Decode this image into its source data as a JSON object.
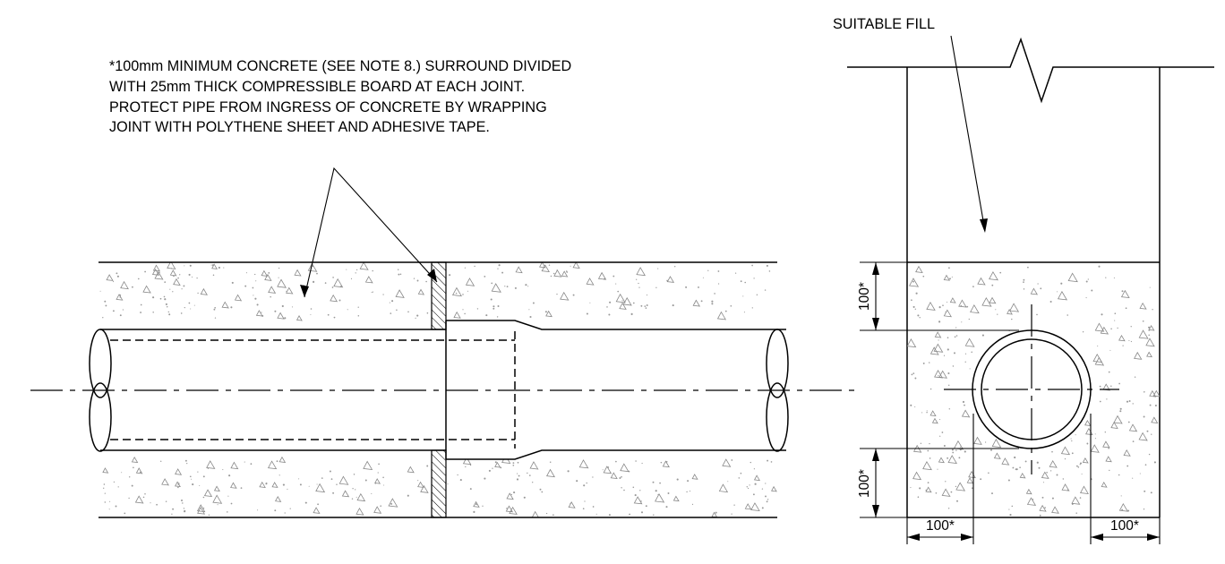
{
  "notes": {
    "concrete_surround": [
      "*100mm MINIMUM CONCRETE (SEE NOTE 8.) SURROUND DIVIDED",
      "WITH 25mm THICK COMPRESSIBLE BOARD AT EACH JOINT.",
      "PROTECT PIPE FROM INGRESS OF CONCRETE BY WRAPPING",
      "JOINT WITH POLYTHENE SHEET AND ADHESIVE TAPE."
    ],
    "fill": "SUITABLE FILL"
  },
  "dimensions": {
    "top_cover": "100*",
    "bottom_cover": "100*",
    "left_side": "100*",
    "right_side": "100*"
  }
}
